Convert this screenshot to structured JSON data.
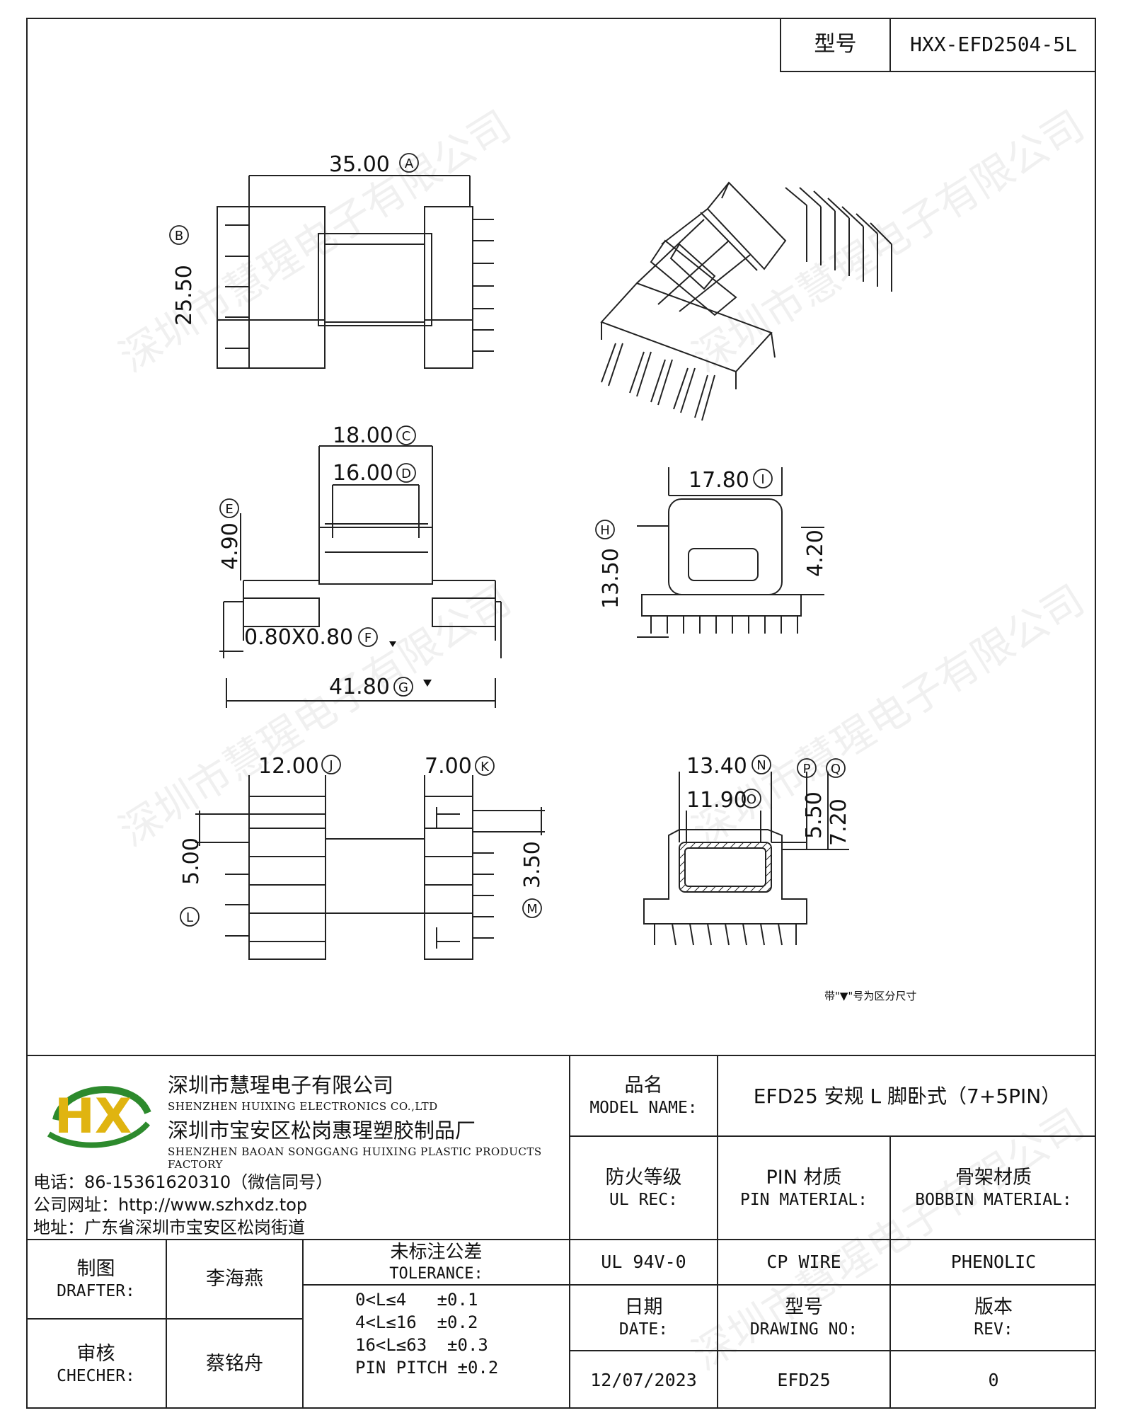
{
  "header": {
    "type_label": "型号",
    "type_value": "HXX-EFD2504-5L"
  },
  "watermark_text": "深圳市慧瑆电子有限公司",
  "dims": {
    "a": "35.00",
    "b": "25.50",
    "c": "18.00",
    "d": "16.00",
    "e": "4.90",
    "f": "0.80X0.80",
    "g": "41.80",
    "h": "13.50",
    "i": "17.80",
    "h2": "4.20",
    "j": "12.00",
    "k": "7.00",
    "l": "5.00",
    "m": "3.50",
    "n": "13.40",
    "o": "11.90",
    "p": "5.50",
    "q": "7.20"
  },
  "markers": {
    "a": "A",
    "b": "B",
    "c": "C",
    "d": "D",
    "e": "E",
    "f": "F",
    "g": "G",
    "h": "H",
    "i": "I",
    "j": "J",
    "k": "K",
    "l": "L",
    "m": "M",
    "n": "N",
    "o": "O",
    "p": "P",
    "q": "Q"
  },
  "note": "带\"▼\"号为区分尺寸",
  "company": {
    "logo": "HX",
    "name_cn": "深圳市慧瑆电子有限公司",
    "name_en": "SHENZHEN HUIXING ELECTRONICS CO.,LTD",
    "factory_cn": "深圳市宝安区松岗惠瑆塑胶制品厂",
    "factory_en": "SHENZHEN BAOAN SONGGANG HUIXING PLASTIC PRODUCTS FACTORY",
    "phone": "电话：86-15361620310（微信同号）",
    "website": "公司网址：http://www.szhxdz.top",
    "address": "地址：广东省深圳市宝安区松岗街道"
  },
  "titleblock": {
    "model_name_cn": "品名",
    "model_name_en": "MODEL NAME:",
    "model_name_value": "EFD25 安规 L 脚卧式（7+5PIN）",
    "ul_cn": "防火等级",
    "ul_en": "UL REC:",
    "pin_cn": "PIN 材质",
    "pin_en": "PIN MATERIAL:",
    "bobbin_cn": "骨架材质",
    "bobbin_en": "BOBBIN MATERIAL:",
    "ul_value": "UL 94V-0",
    "pin_value": "CP WIRE",
    "bobbin_value": "PHENOLIC",
    "drafter_cn": "制图",
    "drafter_en": "DRAFTER:",
    "drafter_value": "李海燕",
    "tolerance_cn": "未标注公差",
    "tolerance_en": "TOLERANCE:",
    "tolerance_lines": [
      "0<L≤4   ±0.1",
      "4<L≤16  ±0.2",
      "16<L≤63  ±0.3",
      "PIN PITCH ±0.2"
    ],
    "date_cn": "日期",
    "date_en": "DATE:",
    "date_value": "12/07/2023",
    "drawing_cn": "型号",
    "drawing_en": "DRAWING NO:",
    "drawing_value": "EFD25",
    "rev_cn": "版本",
    "rev_en": "REV:",
    "rev_value": "0",
    "checker_cn": "审核",
    "checker_en": "CHECHER:",
    "checker_value": "蔡铭舟"
  }
}
